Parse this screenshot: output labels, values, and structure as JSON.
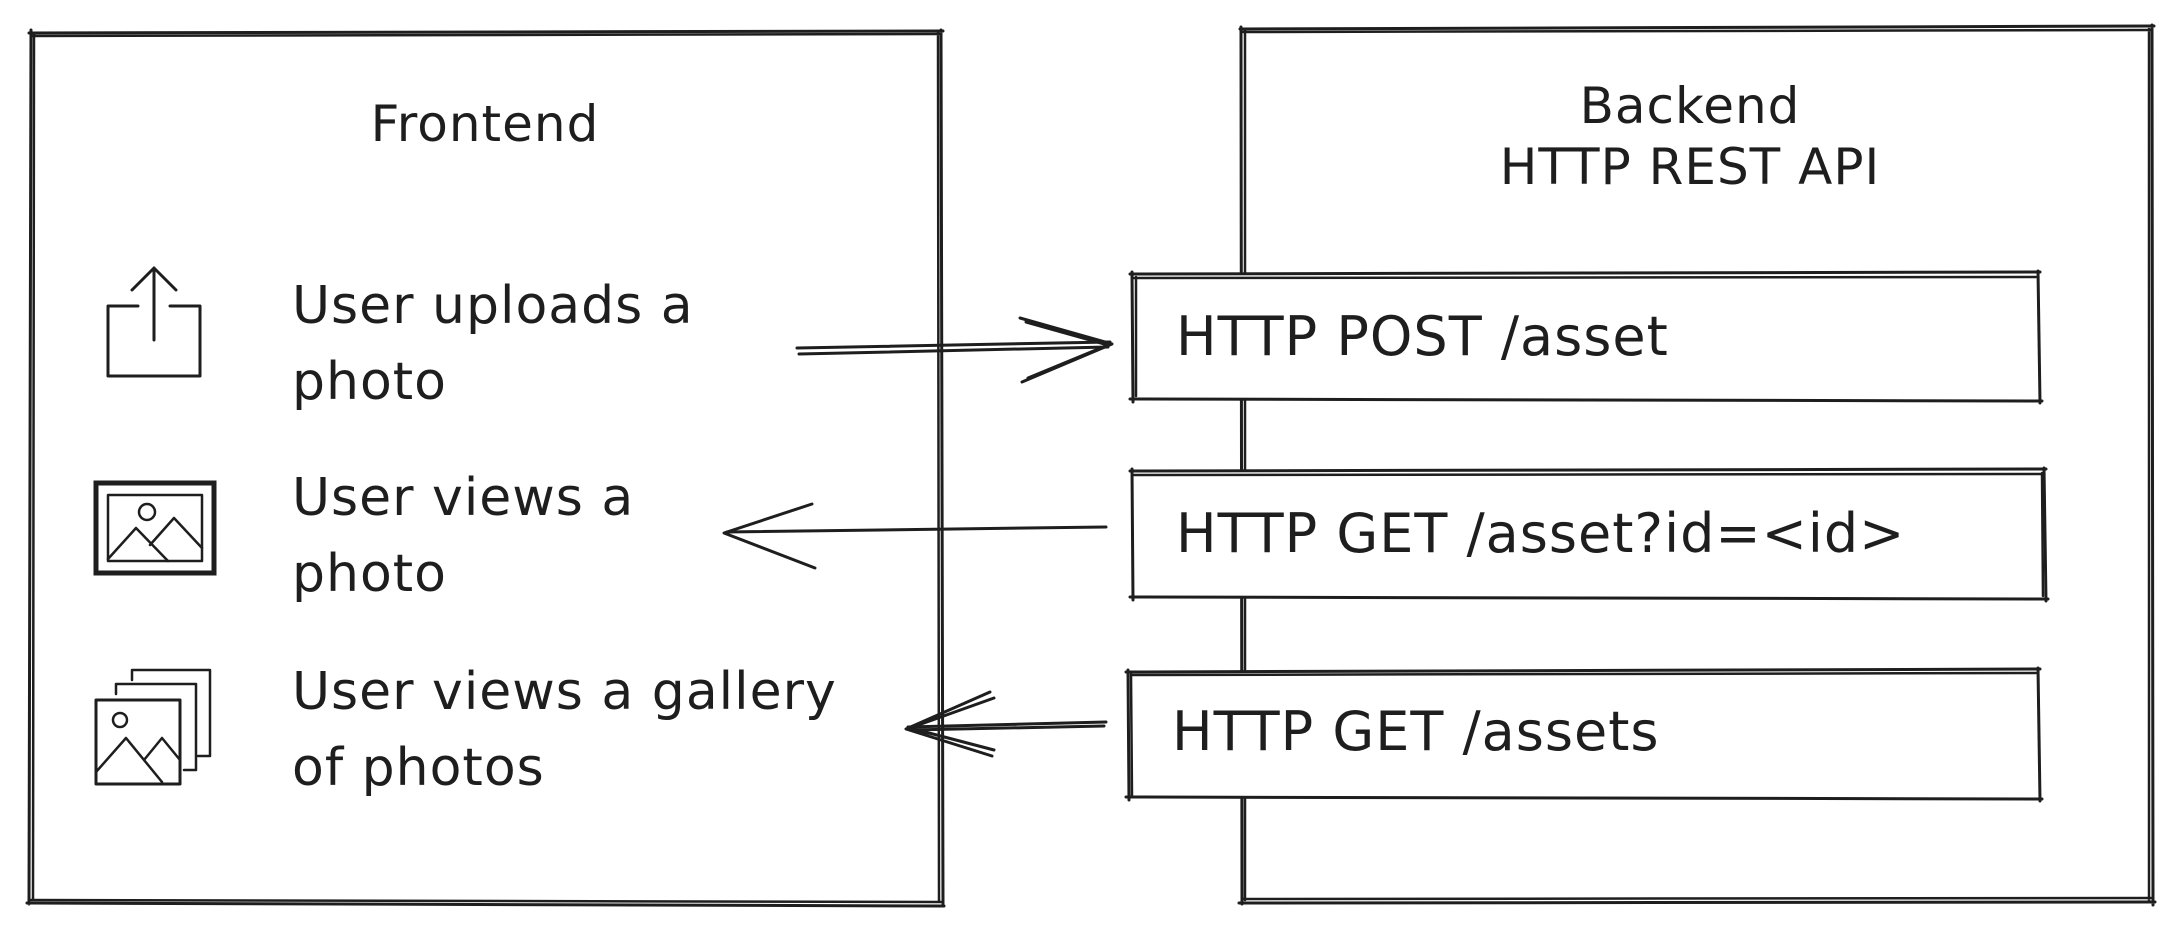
{
  "frontend": {
    "title": "Frontend",
    "actions": [
      {
        "icon": "upload-icon",
        "line1": "User uploads a",
        "line2": "photo"
      },
      {
        "icon": "photo-icon",
        "line1": "User views a",
        "line2": "photo"
      },
      {
        "icon": "gallery-icon",
        "line1": "User views a gallery",
        "line2": "of photos"
      }
    ]
  },
  "backend": {
    "title_line1": "Backend",
    "title_line2": "HTTP REST API",
    "endpoints": [
      {
        "label": "HTTP POST /asset",
        "arrow_direction": "to-backend"
      },
      {
        "label": "HTTP GET /asset?id=<id>",
        "arrow_direction": "to-frontend"
      },
      {
        "label": "HTTP GET /assets",
        "arrow_direction": "to-frontend"
      }
    ]
  }
}
